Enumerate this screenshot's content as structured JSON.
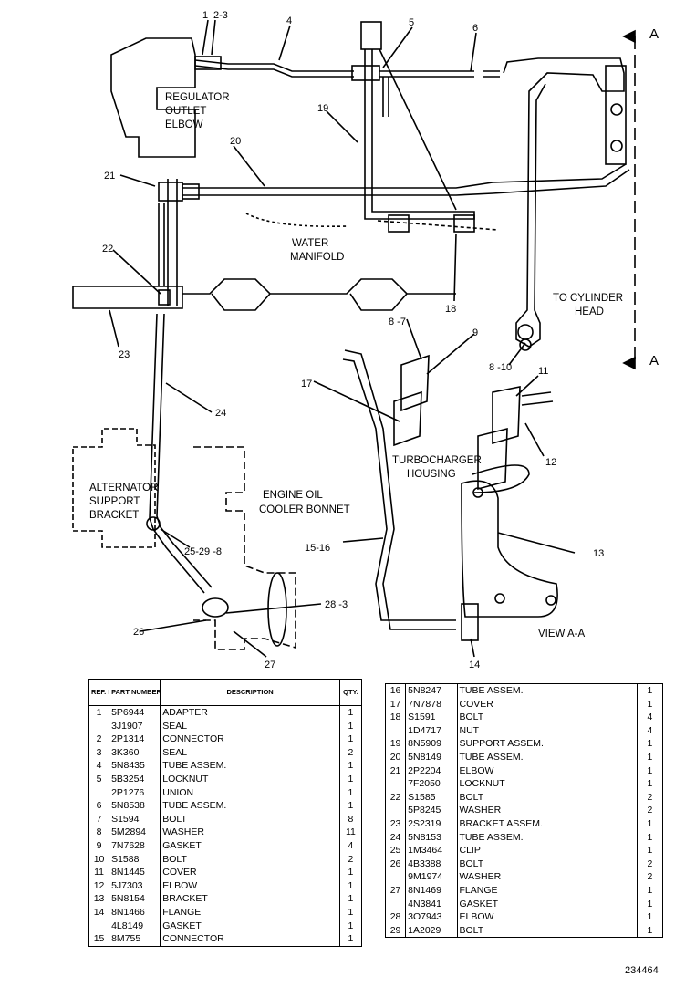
{
  "diagram": {
    "captions": {
      "regulator": [
        "REGULATOR",
        "OUTLET",
        "ELBOW"
      ],
      "water": [
        "WATER",
        "MANIFOLD"
      ],
      "cylinder": [
        "TO CYLINDER",
        "HEAD"
      ],
      "turbo": [
        "TURBOCHARGER",
        "HOUSING"
      ],
      "alternator": [
        "ALTERNATOR",
        "SUPPORT",
        "BRACKET"
      ],
      "oilcooler": [
        "ENGINE OIL",
        "COOLER BONNET"
      ],
      "view": "VIEW A-A",
      "section_top": "A",
      "section_bottom": "A"
    },
    "callouts": [
      "1",
      "2-3",
      "4",
      "5",
      "6",
      "19",
      "20",
      "21",
      "22",
      "23",
      "18",
      "8 -7",
      "9",
      "17",
      "8 -10",
      "11",
      "12",
      "24",
      "15-16",
      "13",
      "25-29 -8",
      "28 -3",
      "26",
      "27",
      "14"
    ]
  },
  "parts_table": {
    "headers": {
      "ref": "REF. NO.",
      "part": "PART NUMBER",
      "desc": "DESCRIPTION",
      "qty": "QTY."
    },
    "left_rows": [
      {
        "ref": "1",
        "part": "5P6944",
        "desc": "ADAPTER",
        "qty": "1"
      },
      {
        "ref": "",
        "part": "3J1907",
        "desc": "SEAL",
        "qty": "1"
      },
      {
        "ref": "2",
        "part": "2P1314",
        "desc": "CONNECTOR",
        "qty": "1"
      },
      {
        "ref": "3",
        "part": "3K360",
        "desc": "SEAL",
        "qty": "2"
      },
      {
        "ref": "4",
        "part": "5N8435",
        "desc": "TUBE ASSEM.",
        "qty": "1"
      },
      {
        "ref": "5",
        "part": "5B3254",
        "desc": "LOCKNUT",
        "qty": "1"
      },
      {
        "ref": "",
        "part": "2P1276",
        "desc": "UNION",
        "qty": "1"
      },
      {
        "ref": "6",
        "part": "5N8538",
        "desc": "TUBE ASSEM.",
        "qty": "1"
      },
      {
        "ref": "7",
        "part": "S1594",
        "desc": "BOLT",
        "qty": "8"
      },
      {
        "ref": "8",
        "part": "5M2894",
        "desc": "WASHER",
        "qty": "11"
      },
      {
        "ref": "9",
        "part": "7N7628",
        "desc": "GASKET",
        "qty": "4"
      },
      {
        "ref": "10",
        "part": "S1588",
        "desc": "BOLT",
        "qty": "2"
      },
      {
        "ref": "11",
        "part": "8N1445",
        "desc": "COVER",
        "qty": "1"
      },
      {
        "ref": "12",
        "part": "5J7303",
        "desc": "ELBOW",
        "qty": "1"
      },
      {
        "ref": "13",
        "part": "5N8154",
        "desc": "BRACKET",
        "qty": "1"
      },
      {
        "ref": "14",
        "part": "8N1466",
        "desc": "FLANGE",
        "qty": "1"
      },
      {
        "ref": "",
        "part": "4L8149",
        "desc": "GASKET",
        "qty": "1"
      },
      {
        "ref": "15",
        "part": "8M755",
        "desc": "CONNECTOR",
        "qty": "1"
      }
    ],
    "right_rows": [
      {
        "ref": "16",
        "part": "5N8247",
        "desc": "TUBE ASSEM.",
        "qty": "1"
      },
      {
        "ref": "17",
        "part": "7N7878",
        "desc": "COVER",
        "qty": "1"
      },
      {
        "ref": "18",
        "part": "S1591",
        "desc": "BOLT",
        "qty": "4"
      },
      {
        "ref": "",
        "part": "1D4717",
        "desc": "NUT",
        "qty": "4"
      },
      {
        "ref": "19",
        "part": "8N5909",
        "desc": "SUPPORT ASSEM.",
        "qty": "1"
      },
      {
        "ref": "20",
        "part": "5N8149",
        "desc": "TUBE ASSEM.",
        "qty": "1"
      },
      {
        "ref": "21",
        "part": "2P2204",
        "desc": "ELBOW",
        "qty": "1"
      },
      {
        "ref": "",
        "part": "7F2050",
        "desc": "LOCKNUT",
        "qty": "1"
      },
      {
        "ref": "22",
        "part": "S1585",
        "desc": "BOLT",
        "qty": "2"
      },
      {
        "ref": "",
        "part": "5P8245",
        "desc": "WASHER",
        "qty": "2"
      },
      {
        "ref": "23",
        "part": "2S2319",
        "desc": "BRACKET ASSEM.",
        "qty": "1"
      },
      {
        "ref": "24",
        "part": "5N8153",
        "desc": "TUBE ASSEM.",
        "qty": "1"
      },
      {
        "ref": "25",
        "part": "1M3464",
        "desc": "CLIP",
        "qty": "1"
      },
      {
        "ref": "26",
        "part": "4B3388",
        "desc": "BOLT",
        "qty": "2"
      },
      {
        "ref": "",
        "part": "9M1974",
        "desc": "WASHER",
        "qty": "2"
      },
      {
        "ref": "27",
        "part": "8N1469",
        "desc": "FLANGE",
        "qty": "1"
      },
      {
        "ref": "",
        "part": "4N3841",
        "desc": "GASKET",
        "qty": "1"
      },
      {
        "ref": "28",
        "part": "3O7943",
        "desc": "ELBOW",
        "qty": "1"
      },
      {
        "ref": "29",
        "part": "1A2029",
        "desc": "BOLT",
        "qty": "1"
      }
    ]
  },
  "figure_number": "234464"
}
